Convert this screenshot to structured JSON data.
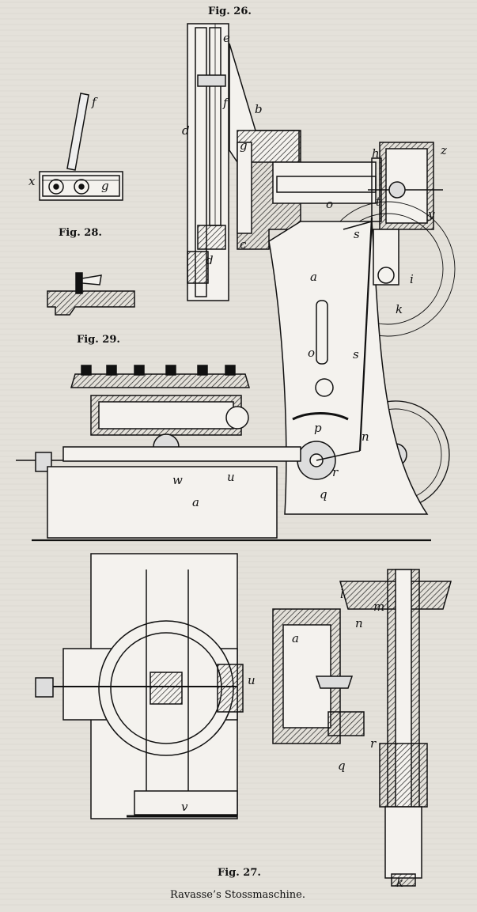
{
  "figures": {
    "fig26": "Fig. 26.",
    "fig27": "Fig. 27.",
    "fig28": "Fig. 28.",
    "fig29": "Fig. 29."
  },
  "caption": "Ravasse’s Stossmaschine.",
  "letters": {
    "e": "e",
    "f_top": "f",
    "b": "b",
    "d_upper": "d",
    "g_upper": "g",
    "d_lower": "d",
    "c": "c",
    "a_column": "a",
    "o_ram": "o",
    "h": "h",
    "z": "z",
    "t": "t",
    "y": "y",
    "s_link": "s",
    "i": "i",
    "k_frame": "k",
    "o_lever": "o",
    "s_rod": "s",
    "p": "p",
    "r_lever": "r",
    "n_wheel": "n",
    "q": "q",
    "w": "w",
    "u_bed": "u",
    "a_base": "a",
    "f_28": "f",
    "x_28": "x",
    "g_28": "g",
    "l": "l",
    "m": "m",
    "n_27": "n",
    "a_27": "a",
    "u_27": "u",
    "r_27": "r",
    "q_27": "q",
    "v": "v",
    "k_27": "k"
  }
}
